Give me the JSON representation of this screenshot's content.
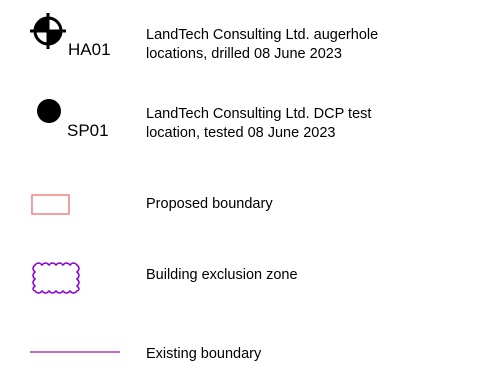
{
  "legend": {
    "items": [
      {
        "symbol": "augerhole-crosshair-icon",
        "code": "HA01",
        "text_line1": "LandTech Consulting Ltd. augerhole",
        "text_line2": "locations, drilled 08 June 2023"
      },
      {
        "symbol": "dcp-test-dot-icon",
        "code": "SP01",
        "text_line1": "LandTech Consulting Ltd. DCP test",
        "text_line2": "location, tested 08 June 2023"
      },
      {
        "symbol": "proposed-boundary-rectangle",
        "color": "#f08080",
        "text_line1": "Proposed boundary"
      },
      {
        "symbol": "building-exclusion-zone-cloud",
        "color": "#8b00d6",
        "text_line1": "Building exclusion zone"
      },
      {
        "symbol": "existing-boundary-line",
        "color": "#a0109a",
        "text_line1": "Existing boundary"
      }
    ]
  }
}
